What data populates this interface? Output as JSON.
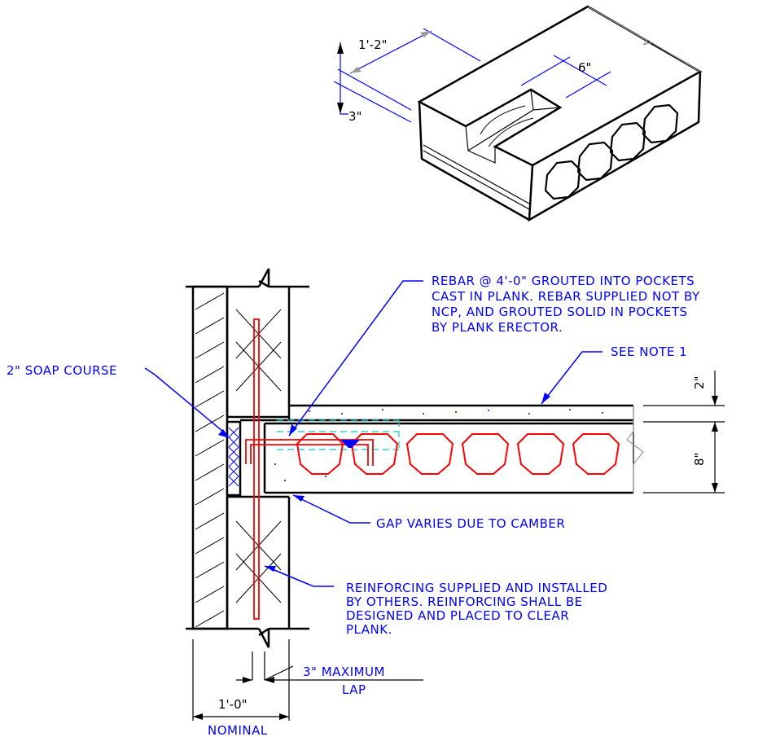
{
  "plank_iso": {
    "dim_width": "1'-2\"",
    "dim_pocket": "6\"",
    "dim_depth": "3\""
  },
  "section": {
    "note_rebar": [
      "REBAR @ 4'-0\" GROUTED INTO POCKETS",
      "CAST IN PLANK. REBAR SUPPLIED NOT BY",
      "NCP, AND GROUTED SOLID IN POCKETS",
      "BY PLANK ERECTOR."
    ],
    "note_see": "SEE NOTE 1",
    "note_soap": "2\" SOAP COURSE",
    "note_gap": "GAP VARIES DUE TO CAMBER",
    "note_reinf": [
      "REINFORCING SUPPLIED AND INSTALLED",
      "BY OTHERS. REINFORCING SHALL BE",
      "DESIGNED AND PLACED TO CLEAR",
      "PLANK."
    ],
    "dim_topping": "2\"",
    "dim_plank": "8\"",
    "dim_lap_value": "3\" MAXIMUM",
    "dim_lap_label": "LAP",
    "dim_wall_value": "1'-0\"",
    "dim_wall_label": "NOMINAL"
  },
  "colors": {
    "linework": "#000000",
    "notes": "#0000ff",
    "rebar": "#ff0000",
    "hidden": "#00cccc",
    "break_lines": "#999999"
  }
}
